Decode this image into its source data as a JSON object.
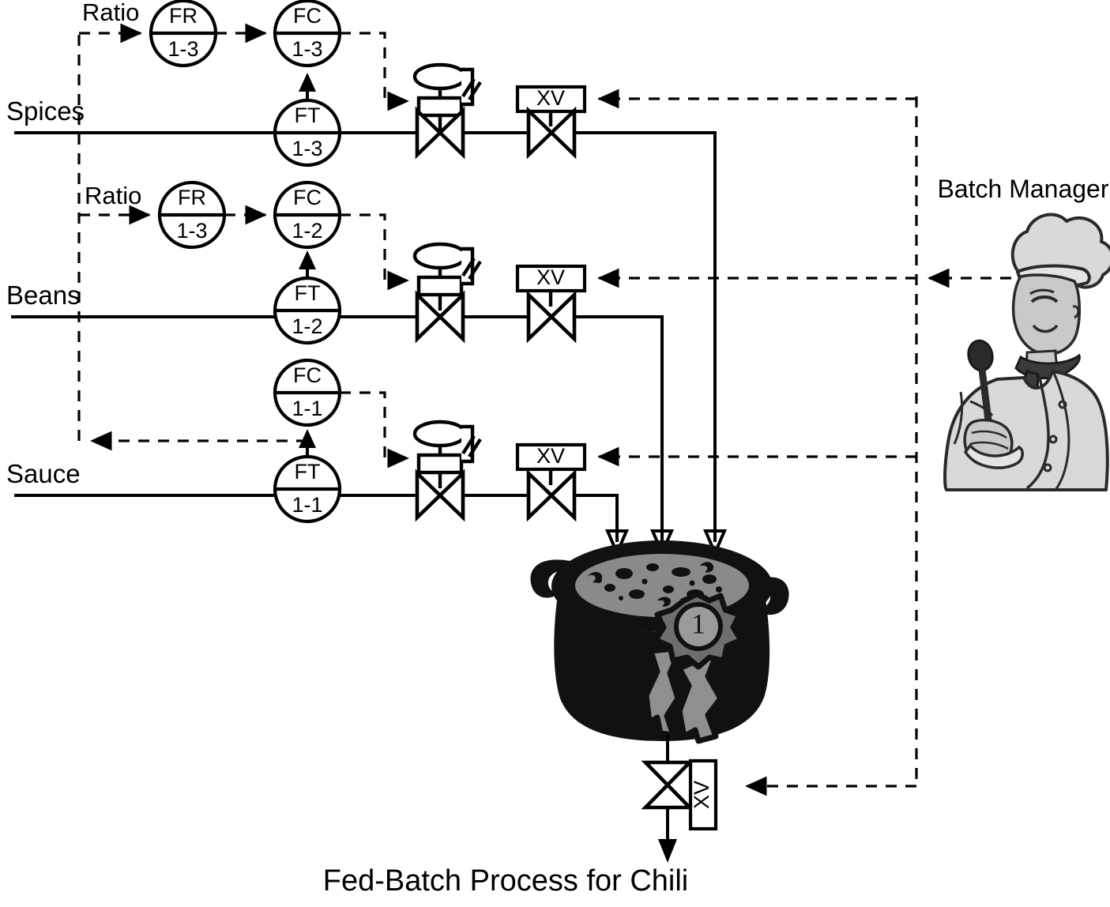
{
  "figure": {
    "title": "Fed-Batch Process for Chili",
    "type": "process-and-instrumentation-diagram",
    "colors": {
      "line": "#000000",
      "background": "#ffffff",
      "pot_body": "#111111",
      "pot_contents": "#8a8a8a",
      "ribbon": "#8f8f8f",
      "chef_coat": "#d9d9d9",
      "chef_skin": "#c9c9c9",
      "chef_dark": "#3a3a3a"
    }
  },
  "streams": [
    {
      "id": "spices",
      "label": "Spices",
      "ratio_label": "Ratio",
      "ratio_station": {
        "top": "FR",
        "bottom": "1-3"
      },
      "controller": {
        "top": "FC",
        "bottom": "1-3"
      },
      "transmitter": {
        "top": "FT",
        "bottom": "1-3"
      },
      "shutoff_valve": {
        "label": "XV"
      }
    },
    {
      "id": "beans",
      "label": "Beans",
      "ratio_label": "Ratio",
      "ratio_station": {
        "top": "FR",
        "bottom": "1-3"
      },
      "controller": {
        "top": "FC",
        "bottom": "1-2"
      },
      "transmitter": {
        "top": "FT",
        "bottom": "1-2"
      },
      "shutoff_valve": {
        "label": "XV"
      }
    },
    {
      "id": "sauce",
      "label": "Sauce",
      "ratio_label": null,
      "ratio_station": null,
      "controller": {
        "top": "FC",
        "bottom": "1-1"
      },
      "transmitter": {
        "top": "FT",
        "bottom": "1-1"
      },
      "shutoff_valve": {
        "label": "XV"
      }
    }
  ],
  "vessel": {
    "name": "chili-pot",
    "ribbon_badge": "1"
  },
  "drain": {
    "shutoff_valve": {
      "label": "XV"
    }
  },
  "operator": {
    "label": "Batch Manager"
  }
}
